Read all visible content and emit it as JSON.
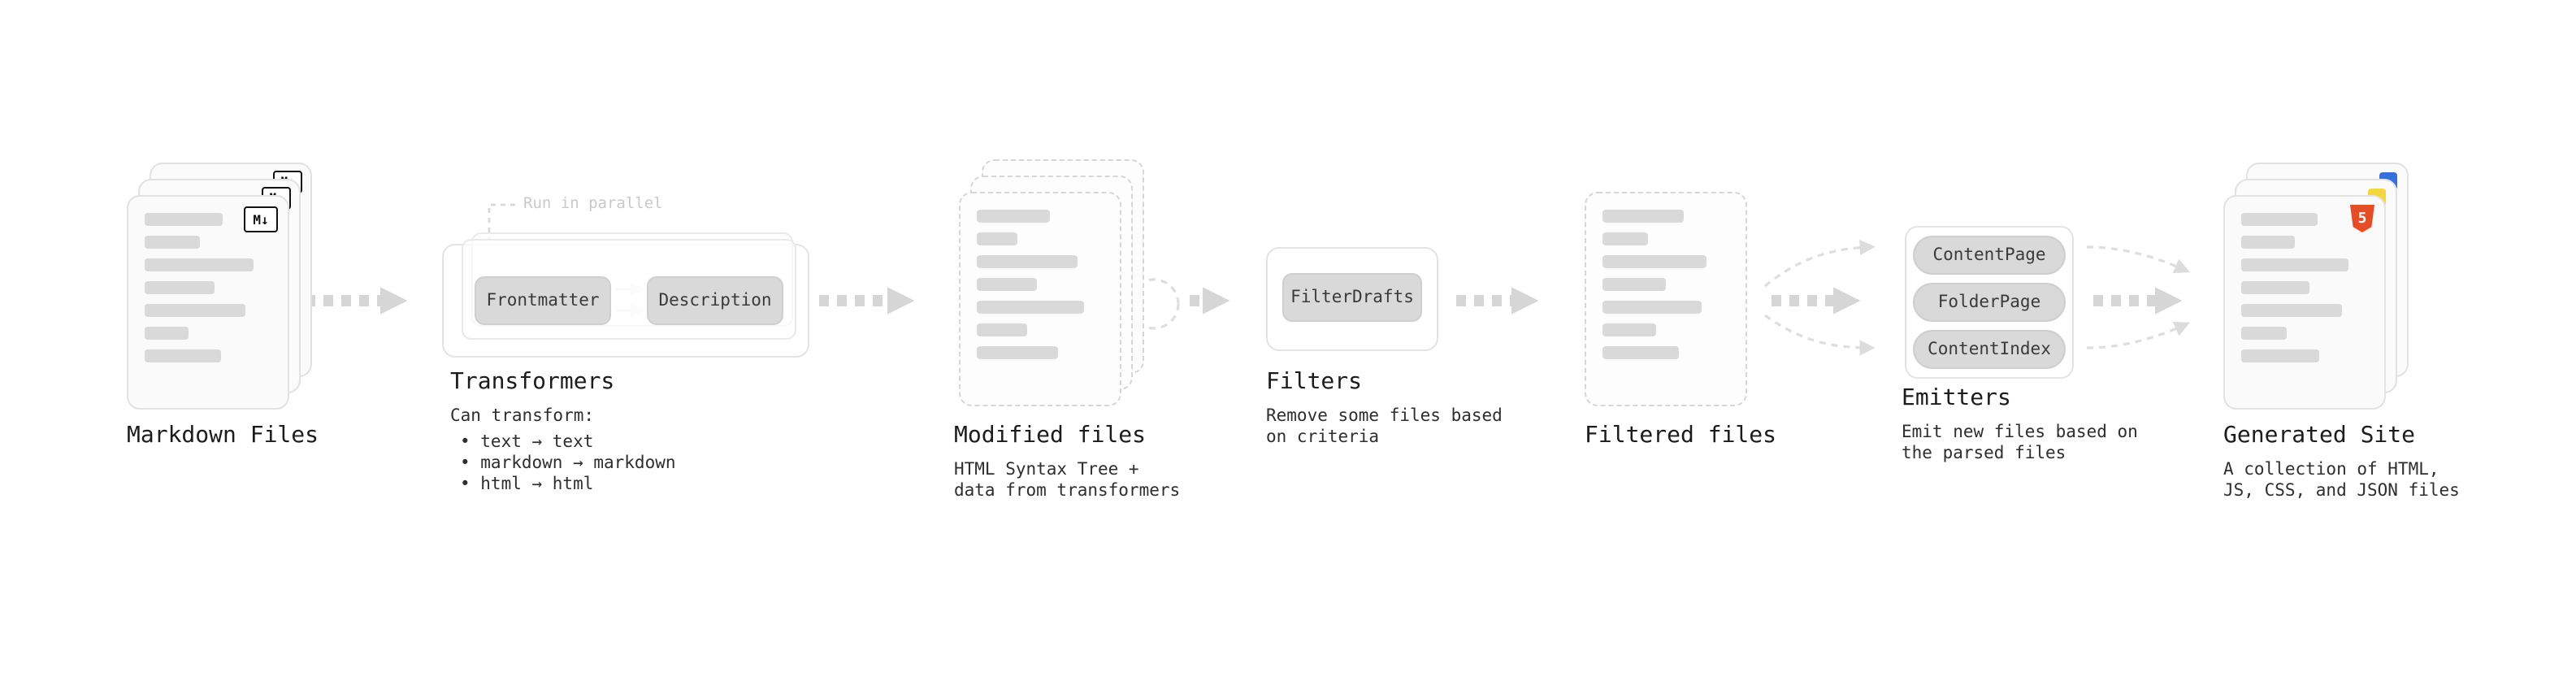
{
  "stages": {
    "markdown_files": {
      "title": "Markdown Files",
      "badge": "M↓"
    },
    "transformers": {
      "title": "Transformers",
      "callout": "Run in parallel",
      "node1": "Frontmatter",
      "node2": "Description",
      "desc_heading": "Can transform:",
      "bullets": [
        "• text → text",
        "• markdown → markdown",
        "• html → html"
      ]
    },
    "modified_files": {
      "title": "Modified files",
      "desc1": "HTML Syntax Tree +",
      "desc2": "data from transformers"
    },
    "filters": {
      "title": "Filters",
      "node1": "FilterDrafts",
      "desc1": "Remove some files based",
      "desc2": "on criteria"
    },
    "filtered_files": {
      "title": "Filtered files"
    },
    "emitters": {
      "title": "Emitters",
      "node1": "ContentPage",
      "node2": "FolderPage",
      "node3": "ContentIndex",
      "desc1": "Emit new files based on",
      "desc2": "the parsed files"
    },
    "generated_site": {
      "title": "Generated Site",
      "badge": "5",
      "desc1": "A collection of HTML,",
      "desc2": "JS, CSS, and JSON files"
    }
  },
  "colors": {
    "arrow": "#d6d6d6",
    "bar": "#d9d9d9",
    "node_bg": "#d9d9d9",
    "card_border": "#e2e2e2",
    "html5_orange": "#e44d26",
    "js_yellow": "#f5d63d",
    "css_blue": "#3570dc",
    "callout_text": "#c9c9c9"
  }
}
